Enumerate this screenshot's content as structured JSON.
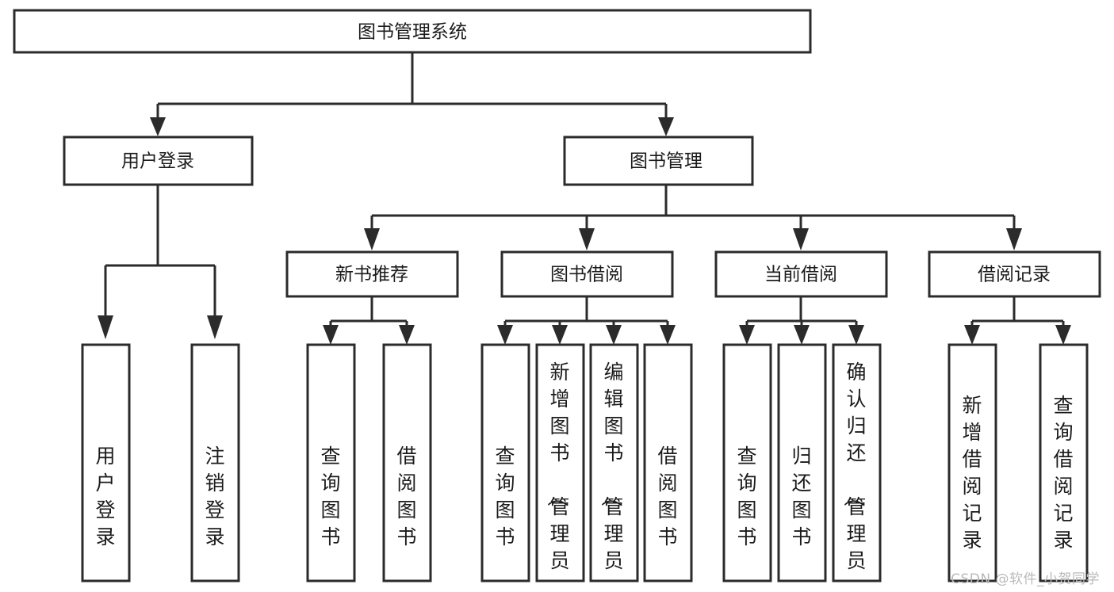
{
  "diagram": {
    "type": "tree-hierarchy",
    "title": "图书管理系统",
    "watermark": "CSDN @软件_小贺同学",
    "colors": {
      "stroke": "#2b2b2b",
      "box_fill": "#ffffff",
      "text": "#1b1b1b",
      "background": "#ffffff",
      "watermark": "#b9b9b9"
    },
    "levels": {
      "root": {
        "label": "图书管理系统"
      },
      "level2": [
        {
          "label": "用户登录"
        },
        {
          "label": "图书管理"
        }
      ],
      "level3": [
        {
          "label": "新书推荐"
        },
        {
          "label": "图书借阅"
        },
        {
          "label": "当前借阅"
        },
        {
          "label": "借阅记录"
        }
      ]
    },
    "leaves": {
      "user_login": [
        {
          "label": "用户登录"
        },
        {
          "label": "注销登录"
        }
      ],
      "new_book_recommend": [
        {
          "label": "查询图书"
        },
        {
          "label": "借阅图书"
        }
      ],
      "book_borrow": [
        {
          "label": "查询图书"
        },
        {
          "label": "新增图书（管理员）"
        },
        {
          "label": "编辑图书（管理员）"
        },
        {
          "label": "借阅图书"
        }
      ],
      "current_borrow": [
        {
          "label": "查询图书"
        },
        {
          "label": "归还图书"
        },
        {
          "label": "确认归还（管理员）"
        }
      ],
      "borrow_record": [
        {
          "label": "新增借阅记录"
        },
        {
          "label": "查询借阅记录"
        }
      ]
    }
  }
}
